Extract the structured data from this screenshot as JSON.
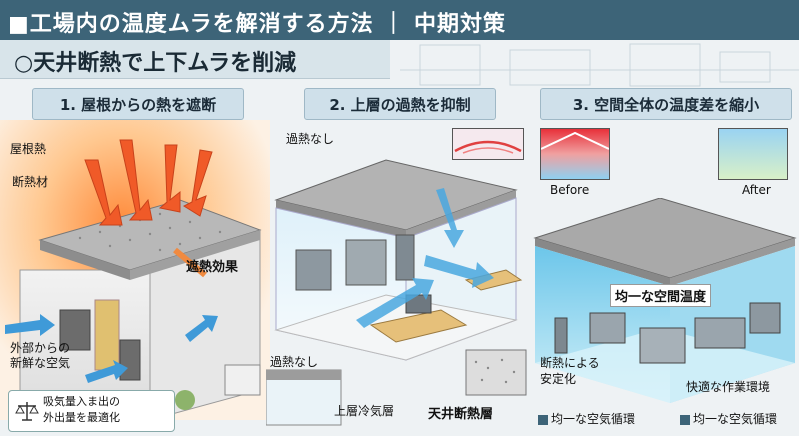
{
  "header": {
    "title": "■工場内の温度ムラを解消する方法 ｜ 中期対策"
  },
  "subtitle": "○天井断熱で上下ムラを削減",
  "panels": [
    {
      "title": "1. 屋根からの熱を遮断",
      "labels": {
        "roof_heat": "屋根熱",
        "insulation": "断熱材",
        "shield": "遮熱効果",
        "fresh_air_1": "外部からの",
        "fresh_air_2": "新鮮な空気"
      },
      "legend": {
        "line1": "吸気量入ま出の",
        "line2": "外出量を最適化"
      }
    },
    {
      "title": "2. 上層の過熱を抑制",
      "labels": {
        "no_overheat_top": "過熱なし",
        "no_overheat_bottom": "過熱なし",
        "upper_cool": "上層冷気層",
        "ceiling_layer": "天井断熱層"
      }
    },
    {
      "title": "3. 空間全体の温度差を縮小",
      "labels": {
        "before": "Before",
        "after": "After",
        "uniform_temp": "均一な空間温度",
        "stabilize_1": "断熱による",
        "stabilize_2": "安定化",
        "comfort": "快適な作業環境",
        "circ_1": "均一な空気循環",
        "circ_2": "均一な空気循環"
      }
    }
  ],
  "colors": {
    "header": "#3d6478",
    "heat": "#f05a28",
    "cool": "#6cc6ea"
  }
}
